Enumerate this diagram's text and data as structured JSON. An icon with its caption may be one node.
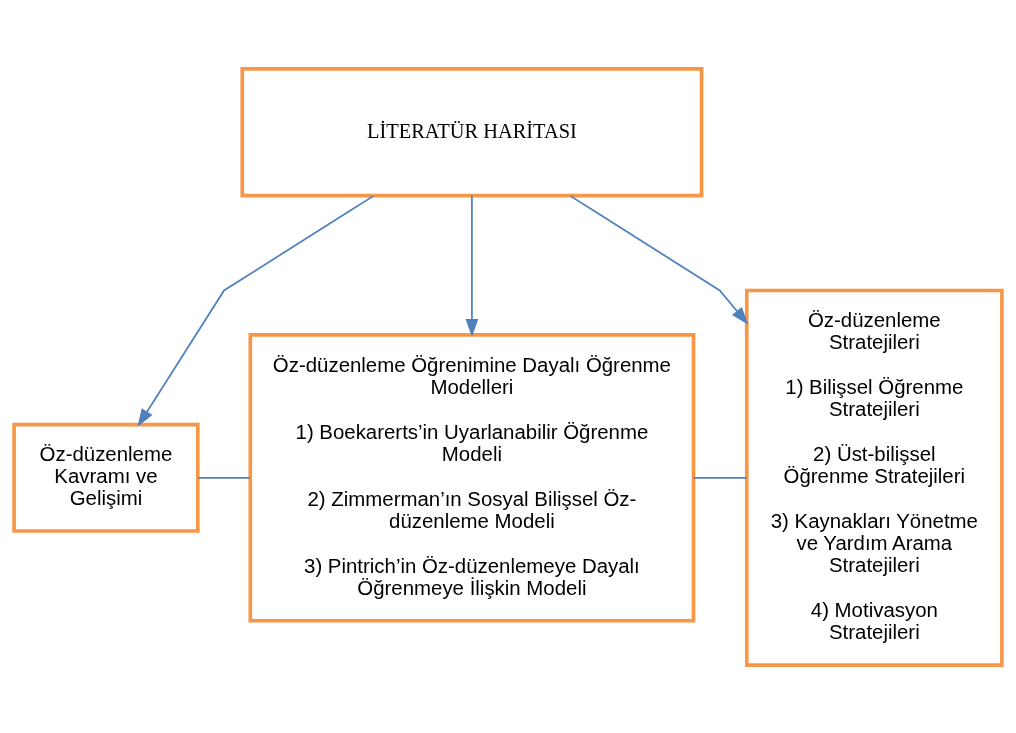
{
  "diagram": {
    "nodes": [
      {
        "text": [
          "LİTERATÜR HARİTASI"
        ]
      },
      {
        "text": [
          "Öz-düzenleme Kavramı ve Gelişimi"
        ]
      },
      {
        "text": [
          "Öz-düzenleme Öğrenimine Dayalı Öğrenme Modelleri",
          "1) Boekarerts’in Uyarlanabilir Öğrenme Modeli",
          "2) Zimmerman’ın Sosyal Bilişsel Öz-düzenleme Modeli",
          "3) Pintrich’in Öz-düzenlemeye Dayalı Öğrenmeye İlişkin Modeli"
        ]
      },
      {
        "text": [
          "Öz-düzenleme Stratejileri",
          "1) Bilişsel Öğrenme Stratejileri",
          "2) Üst-bilişsel Öğrenme Stratejileri",
          "3) Kaynakları Yönetme ve Yardım Arama Stratejileri",
          "4) Motivasyon Stratejileri"
        ]
      }
    ],
    "edges": [
      {
        "from": 0,
        "to": 1,
        "arrow": "to"
      },
      {
        "from": 0,
        "to": 2,
        "arrow": "to"
      },
      {
        "from": 0,
        "to": 3,
        "arrow": "to"
      },
      {
        "from": 1,
        "to": 2,
        "arrow": "none"
      },
      {
        "from": 2,
        "to": 3,
        "arrow": "none"
      }
    ]
  }
}
